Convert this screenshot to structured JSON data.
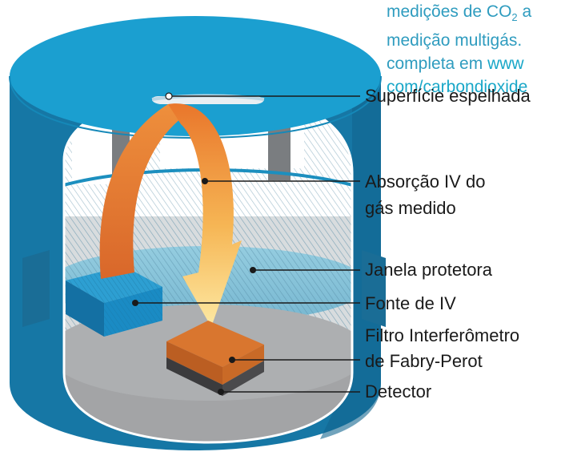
{
  "intro_text": {
    "line1_a": "medições de CO",
    "line1_sub": "2",
    "line1_b": " a",
    "line2": "medição multigás.",
    "line3_a": "completa em ",
    "line3_link": "www",
    "line4_link": "com/carbondioxide"
  },
  "labels": {
    "mirror": "Superfície espelhada",
    "absorption_l1": "Absorção IV do",
    "absorption_l2": "gás medido",
    "window": "Janela protetora",
    "source": "Fonte de IV",
    "filter_l1": "Filtro Interferômetro",
    "filter_l2": "de Fabry-Perot",
    "detector": "Detector"
  },
  "colors": {
    "housing_top": "#1b9fd0",
    "housing_side": "#1677a5",
    "arrow_orange": "#e9762b",
    "arrow_yellow": "#fde38c",
    "floor": "#9e9fa1"
  }
}
